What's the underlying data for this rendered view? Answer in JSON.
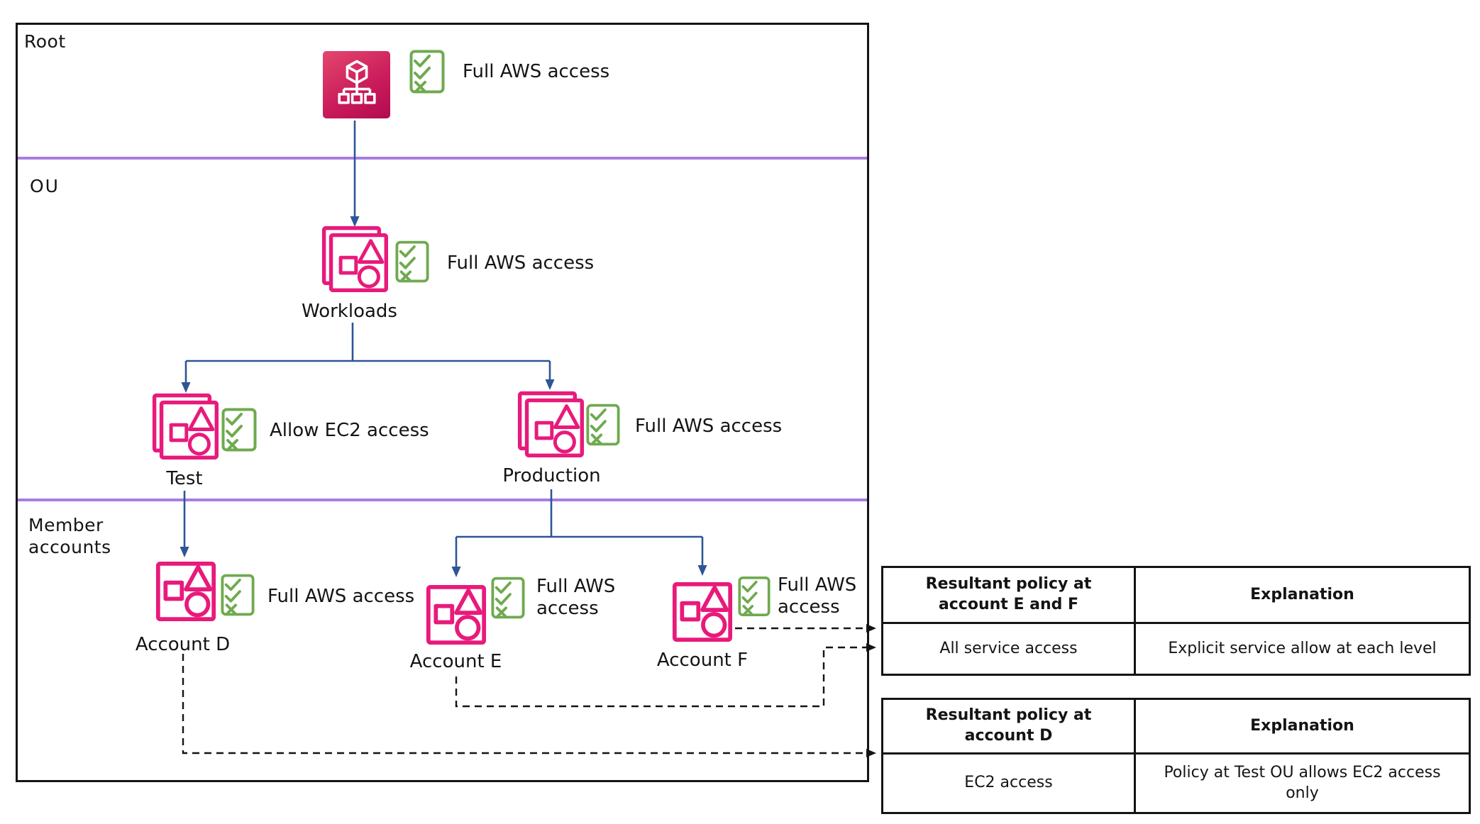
{
  "bands": {
    "root": "Root",
    "ou": "OU",
    "member": "Member accounts"
  },
  "nodes": {
    "root": {
      "policy": "Full AWS access"
    },
    "workloads": {
      "label": "Workloads",
      "policy": "Full AWS access"
    },
    "test": {
      "label": "Test",
      "policy": "Allow EC2 access"
    },
    "production": {
      "label": "Production",
      "policy": "Full AWS access"
    },
    "account_d": {
      "label": "Account D",
      "policy": "Full AWS access"
    },
    "account_e": {
      "label": "Account E",
      "policy": "Full AWS access"
    },
    "account_f": {
      "label": "Account F",
      "policy": "Full AWS access"
    }
  },
  "tables": [
    {
      "headers": [
        "Resultant policy at account E and F",
        "Explanation"
      ],
      "rows": [
        [
          "All service access",
          "Explicit service allow at each level"
        ]
      ]
    },
    {
      "headers": [
        "Resultant policy at account D",
        "Explanation"
      ],
      "rows": [
        [
          "EC2 access",
          "Policy at Test OU allows EC2 access only"
        ]
      ]
    }
  ],
  "icons": {
    "root": "organizations-icon",
    "ou": "organizational-unit-icon",
    "account": "account-icon",
    "policy": "policy-checklist-icon"
  },
  "colors": {
    "pink": "#e81a7b",
    "pink_gradient_start": "#e2486e",
    "pink_gradient_end": "#b00b4f",
    "green": "#6faa4f",
    "blue": "#2e5596",
    "purple": "#a87ce4",
    "line": "#141414"
  }
}
